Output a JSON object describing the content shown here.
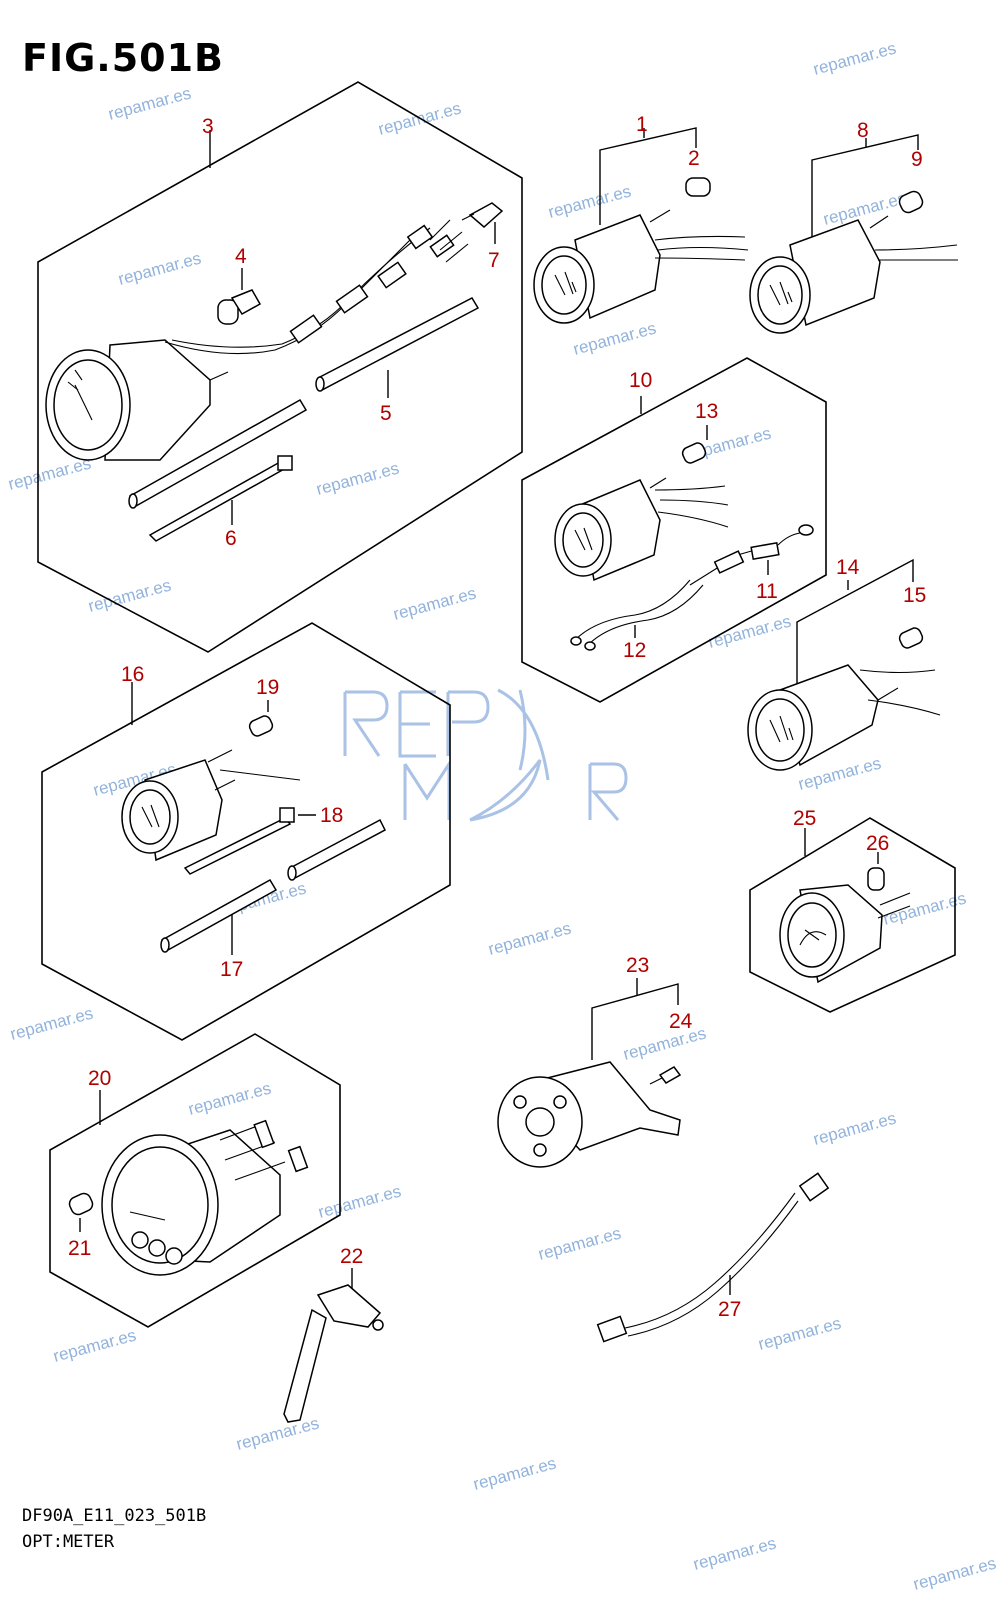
{
  "figure": {
    "title": "FIG.501B",
    "footer_code": "DF90A_E11_023_501B",
    "footer_subtitle": "OPT:METER"
  },
  "callouts": [
    "1",
    "2",
    "3",
    "4",
    "5",
    "6",
    "7",
    "8",
    "9",
    "10",
    "11",
    "12",
    "13",
    "14",
    "15",
    "16",
    "17",
    "18",
    "19",
    "20",
    "21",
    "22",
    "23",
    "24",
    "25",
    "26",
    "27"
  ],
  "watermark": {
    "text": "repamar.es",
    "logo_text": "REPMAR",
    "color": "#7fa6d6"
  },
  "colors": {
    "callout": "#b00000",
    "line": "#000000"
  }
}
